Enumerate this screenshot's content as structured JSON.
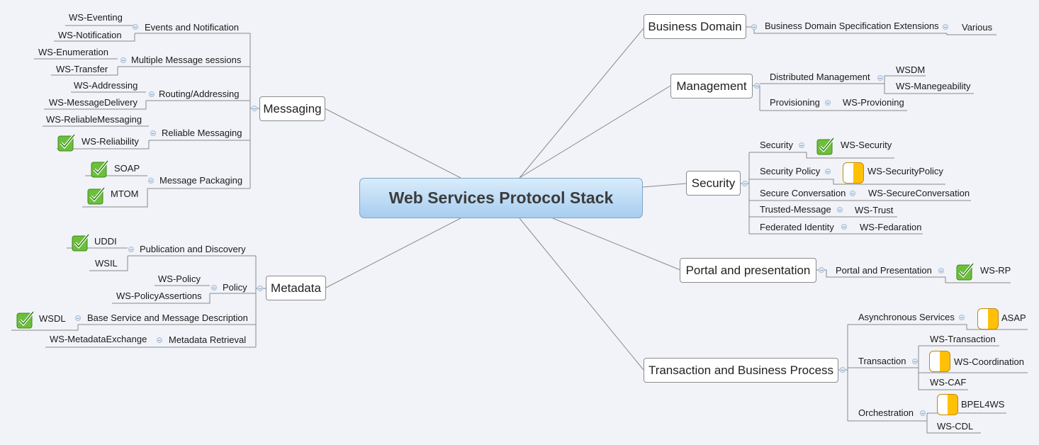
{
  "central_topic": "Web Services Protocol Stack",
  "branches": {
    "messaging": {
      "label": "Messaging",
      "events": {
        "label": "Events and Notification",
        "items": [
          "WS-Eventing",
          "WS-Notification"
        ]
      },
      "sessions": {
        "label": "Multiple Message sessions",
        "items": [
          "WS-Enumeration",
          "WS-Transfer"
        ]
      },
      "routing": {
        "label": "Routing/Addressing",
        "items": [
          "WS-Addressing",
          "WS-MessageDelivery"
        ]
      },
      "reliable": {
        "label": "Reliable Messaging",
        "items": [
          "WS-ReliableMessaging",
          "WS-Reliability"
        ]
      },
      "packaging": {
        "label": "Message Packaging",
        "items": [
          "SOAP",
          "MTOM"
        ]
      }
    },
    "metadata": {
      "label": "Metadata",
      "publication": {
        "label": "Publication and Discovery",
        "items": [
          "UDDI",
          "WSIL"
        ]
      },
      "policy": {
        "label": "Policy",
        "items": [
          "WS-Policy",
          "WS-PolicyAssertions"
        ]
      },
      "base": {
        "label": "Base Service and Message Description",
        "items": [
          "WSDL"
        ]
      },
      "retrieval": {
        "label": "Metadata Retrieval",
        "items": [
          "WS-MetadataExchange"
        ]
      }
    },
    "business_domain": {
      "label": "Business Domain",
      "extensions": {
        "label": "Business Domain Specification Extensions",
        "items": [
          "Various"
        ]
      }
    },
    "management": {
      "label": "Management",
      "distributed": {
        "label": "Distributed Management",
        "items": [
          "WSDM",
          "WS-Manegeability"
        ]
      },
      "provisioning": {
        "label": "Provisioning",
        "items": [
          "WS-Provioning"
        ]
      }
    },
    "security": {
      "label": "Security",
      "security": {
        "label": "Security",
        "items": [
          "WS-Security"
        ]
      },
      "policy": {
        "label": "Security Policy",
        "items": [
          "WS-SecurityPolicy"
        ]
      },
      "conversation": {
        "label": "Secure Conversation",
        "items": [
          "WS-SecureConversation"
        ]
      },
      "trusted": {
        "label": "Trusted-Message",
        "items": [
          "WS-Trust"
        ]
      },
      "federated": {
        "label": "Federated Identity",
        "items": [
          "WS-Fedaration"
        ]
      }
    },
    "portal": {
      "label": "Portal and presentation",
      "presentation": {
        "label": "Portal and Presentation",
        "items": [
          "WS-RP"
        ]
      }
    },
    "transaction": {
      "label": "Transaction and Business Process",
      "async": {
        "label": "Asynchronous Services",
        "items": [
          "ASAP"
        ]
      },
      "transaction": {
        "label": "Transaction",
        "items": [
          "WS-Transaction",
          "WS-Coordination",
          "WS-CAF"
        ]
      },
      "orchestration": {
        "label": "Orchestration",
        "items": [
          "BPEL4WS",
          "WS-CDL"
        ]
      }
    }
  },
  "markers": {
    "check": "check-icon",
    "half": "half-complete-icon",
    "check_color": "#5aa626",
    "half_color": "#ffc107"
  }
}
